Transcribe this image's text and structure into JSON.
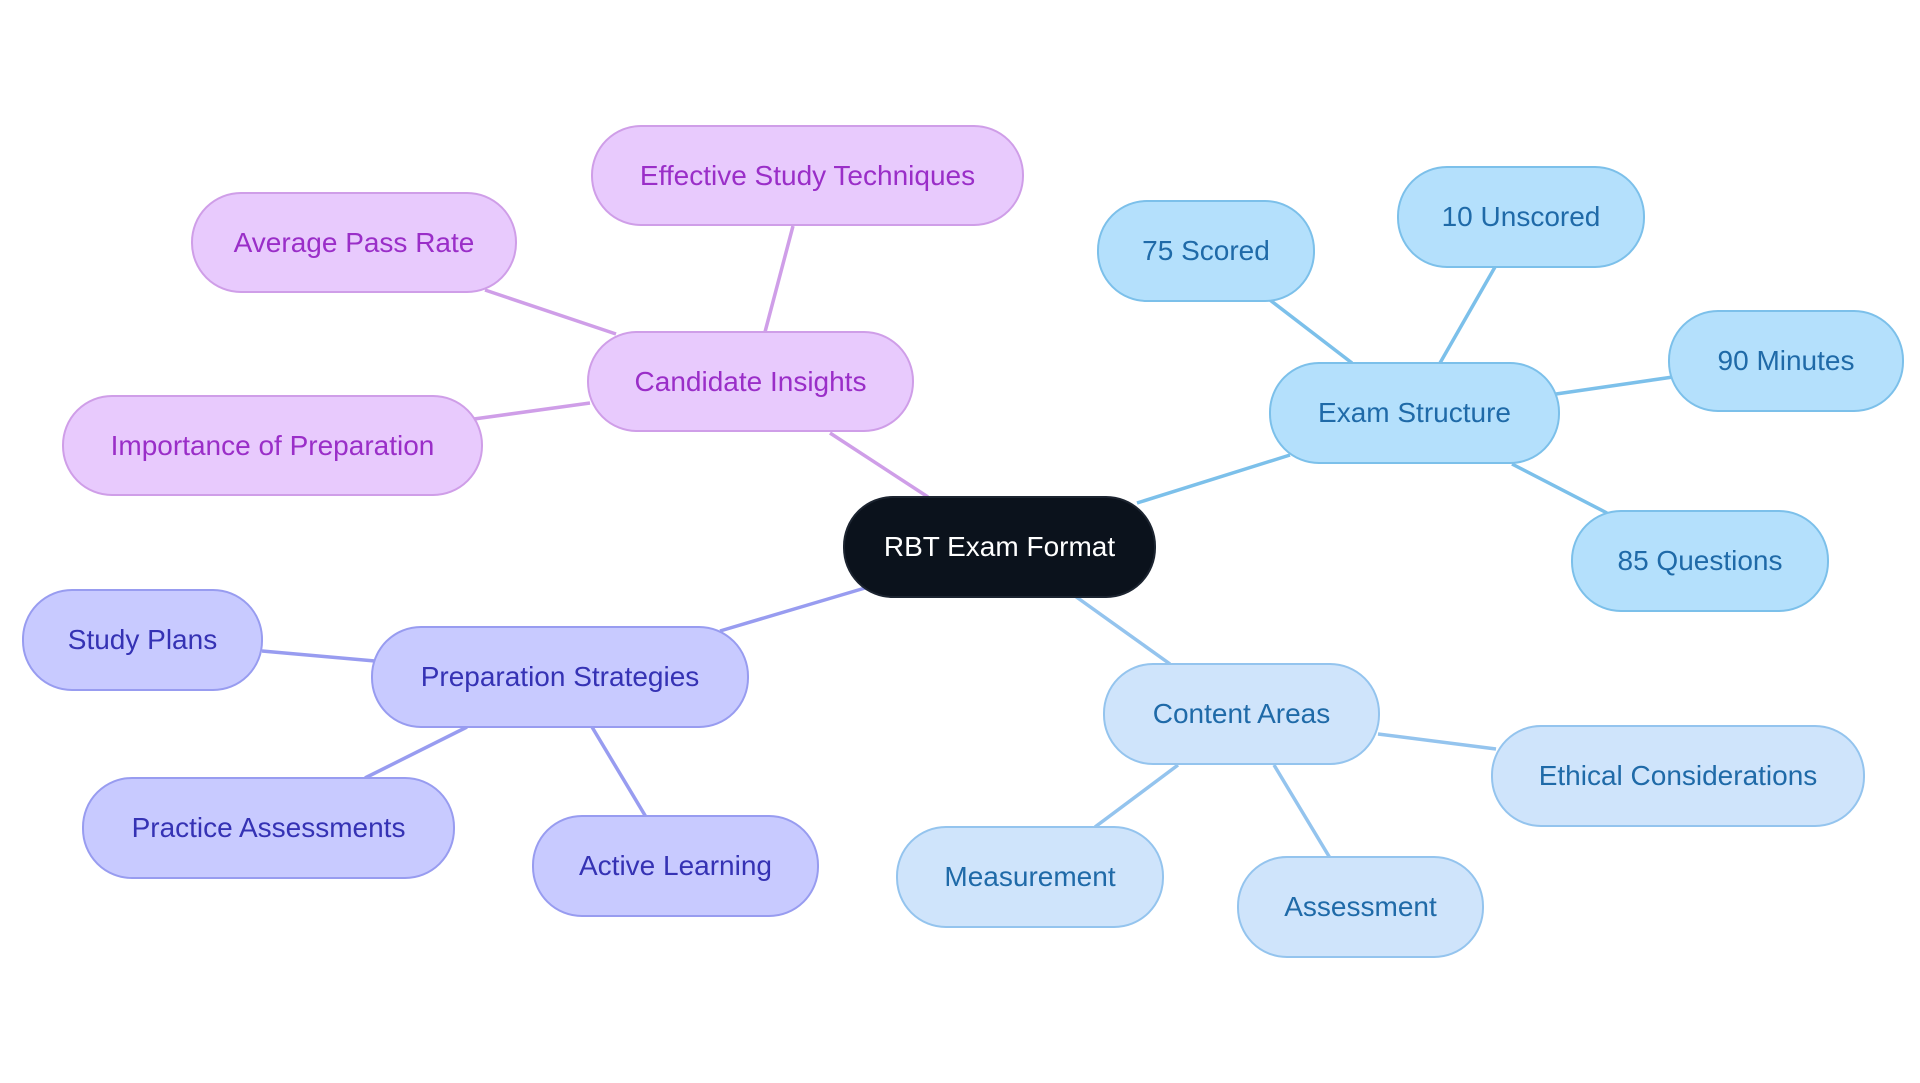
{
  "center": {
    "label": "RBT Exam Format"
  },
  "branches": [
    {
      "label": "Candidate Insights",
      "color": "#cf9ee8",
      "children": [
        {
          "label": "Effective Study Techniques"
        },
        {
          "label": "Average Pass Rate"
        },
        {
          "label": "Importance of Preparation"
        }
      ]
    },
    {
      "label": "Exam Structure",
      "color": "#7cc0ea",
      "children": [
        {
          "label": "75 Scored"
        },
        {
          "label": "10 Unscored"
        },
        {
          "label": "90 Minutes"
        },
        {
          "label": "85 Questions"
        }
      ]
    },
    {
      "label": "Preparation Strategies",
      "color": "#989cf0",
      "children": [
        {
          "label": "Study Plans"
        },
        {
          "label": "Practice Assessments"
        },
        {
          "label": "Active Learning"
        }
      ]
    },
    {
      "label": "Content Areas",
      "color": "#94c4ee",
      "children": [
        {
          "label": "Ethical Considerations"
        },
        {
          "label": "Measurement"
        },
        {
          "label": "Assessment"
        }
      ]
    }
  ]
}
